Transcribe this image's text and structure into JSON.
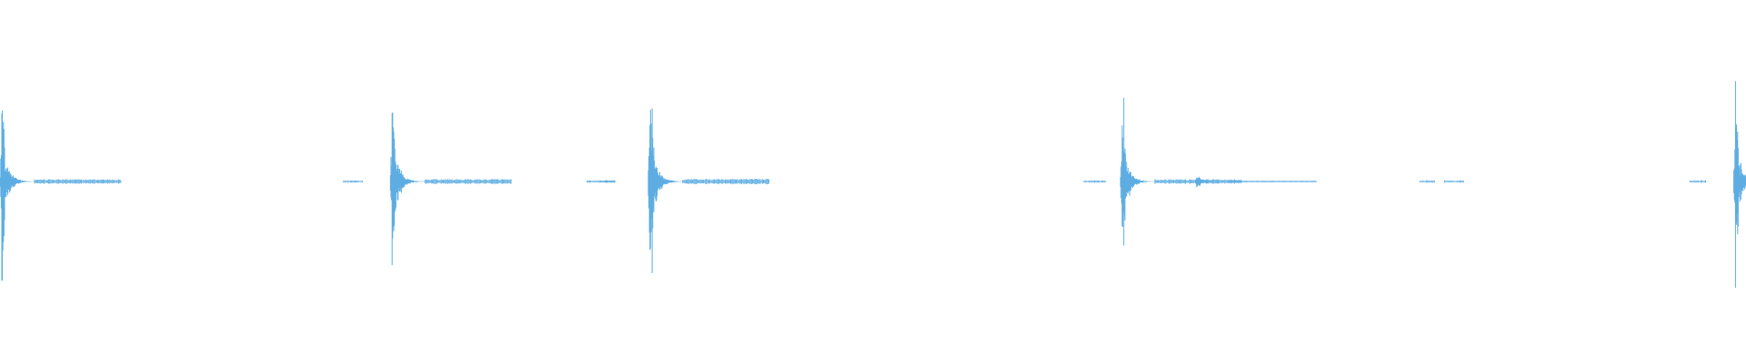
{
  "waveform": {
    "color": "#5dade2",
    "amplitude_scale": "linear",
    "transients": [
      {
        "t": 0.0,
        "peak": 1.0,
        "env": 0.48
      },
      {
        "t": 0.224,
        "peak": 1.06,
        "env": 0.52
      },
      {
        "t": 0.372,
        "peak": 1.12,
        "env": 0.58
      },
      {
        "t": 0.643,
        "peak": 1.0,
        "env": 0.48
      },
      {
        "t": 0.686,
        "peak": 0.08,
        "env": 0.06
      },
      {
        "t": 0.995,
        "peak": 1.02,
        "env": 0.44
      }
    ],
    "noise_bursts": [
      {
        "t": 0.196
      },
      {
        "t": 0.336
      },
      {
        "t": 0.344
      },
      {
        "t": 0.621
      },
      {
        "t": 0.814
      },
      {
        "t": 0.828
      },
      {
        "t": 0.969
      }
    ]
  }
}
